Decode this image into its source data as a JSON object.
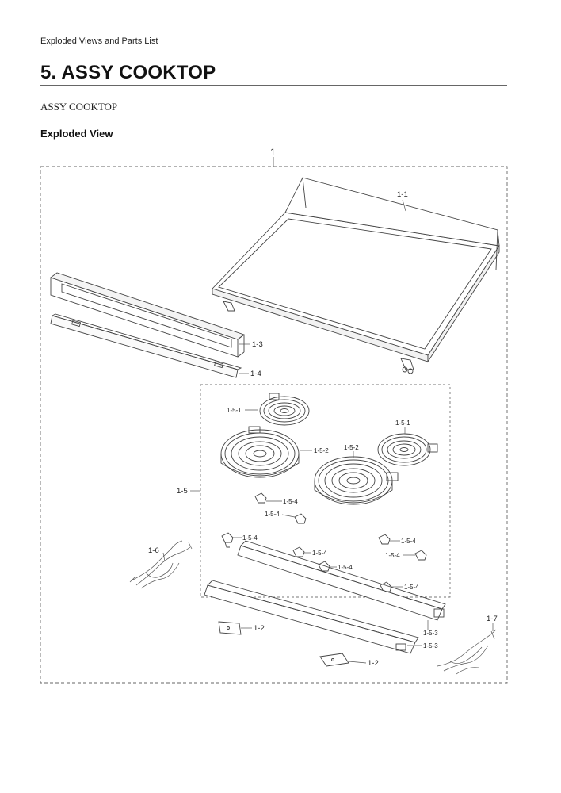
{
  "header": {
    "running_title": "Exploded Views and Parts List"
  },
  "section": {
    "title": "5.  ASSY COOKTOP",
    "subtitle": "ASSY COOKTOP"
  },
  "view": {
    "heading": "Exploded View"
  },
  "callouts": {
    "c1": "1",
    "c1_1": "1-1",
    "c1_3": "1-3",
    "c1_4": "1-4",
    "c1_5": "1-5",
    "c1_5_1a": "1-5-1",
    "c1_5_1b": "1-5-1",
    "c1_5_2a": "1-5-2",
    "c1_5_2b": "1-5-2",
    "c1_5_4a": "1-5-4",
    "c1_5_4b": "1-5-4",
    "c1_5_4c": "1-5-4",
    "c1_5_4d": "1-5-4",
    "c1_5_4e": "1-5-4",
    "c1_5_4f": "1-5-4",
    "c1_5_4g": "1-5-4",
    "c1_5_4h": "1-5-4",
    "c1_5_3a": "1-5-3",
    "c1_5_3b": "1-5-3",
    "c1_6": "1-6",
    "c1_7": "1-7",
    "c1_2a": "1-2",
    "c1_2b": "1-2"
  }
}
